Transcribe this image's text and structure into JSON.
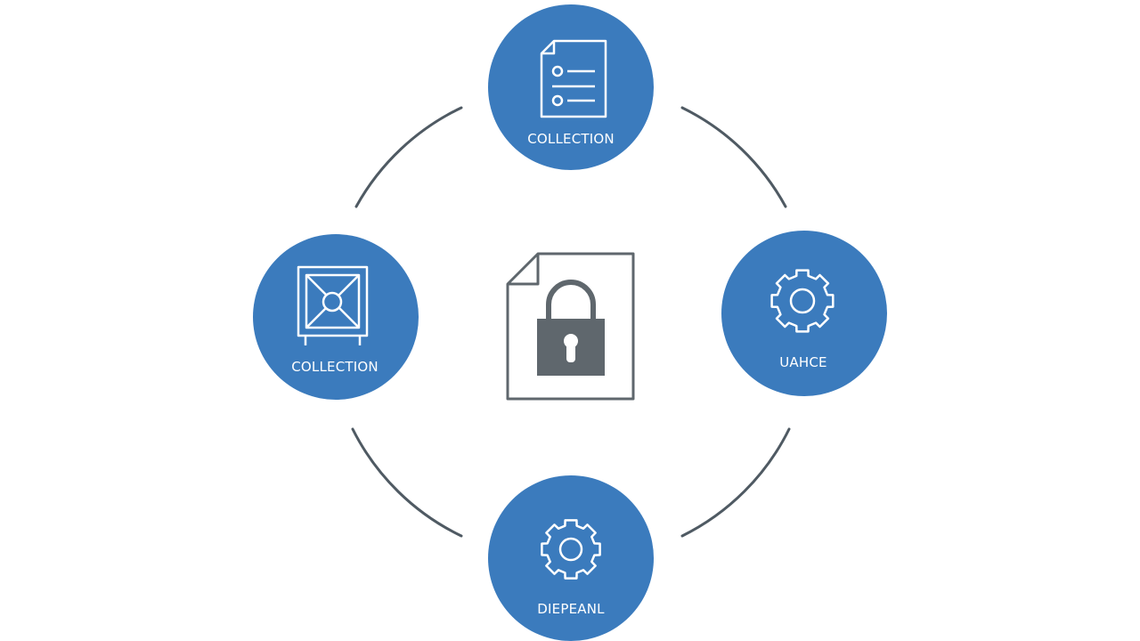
{
  "diagram": {
    "colors": {
      "node_fill": "#3b7bbd",
      "connector": "#4f5a63",
      "icon_stroke": "#ffffff",
      "center_icon": "#5f676d",
      "background": "#ffffff"
    },
    "center": {
      "icon": "locked-document-icon"
    },
    "nodes": [
      {
        "id": "top",
        "label": "COLLECTION",
        "icon": "document-list-icon"
      },
      {
        "id": "left",
        "label": "COLLECTION",
        "icon": "safe-icon"
      },
      {
        "id": "right",
        "label": "UAHCE",
        "icon": "gear-icon"
      },
      {
        "id": "bottom",
        "label": "DIEPEANL",
        "icon": "gear-icon"
      }
    ]
  }
}
